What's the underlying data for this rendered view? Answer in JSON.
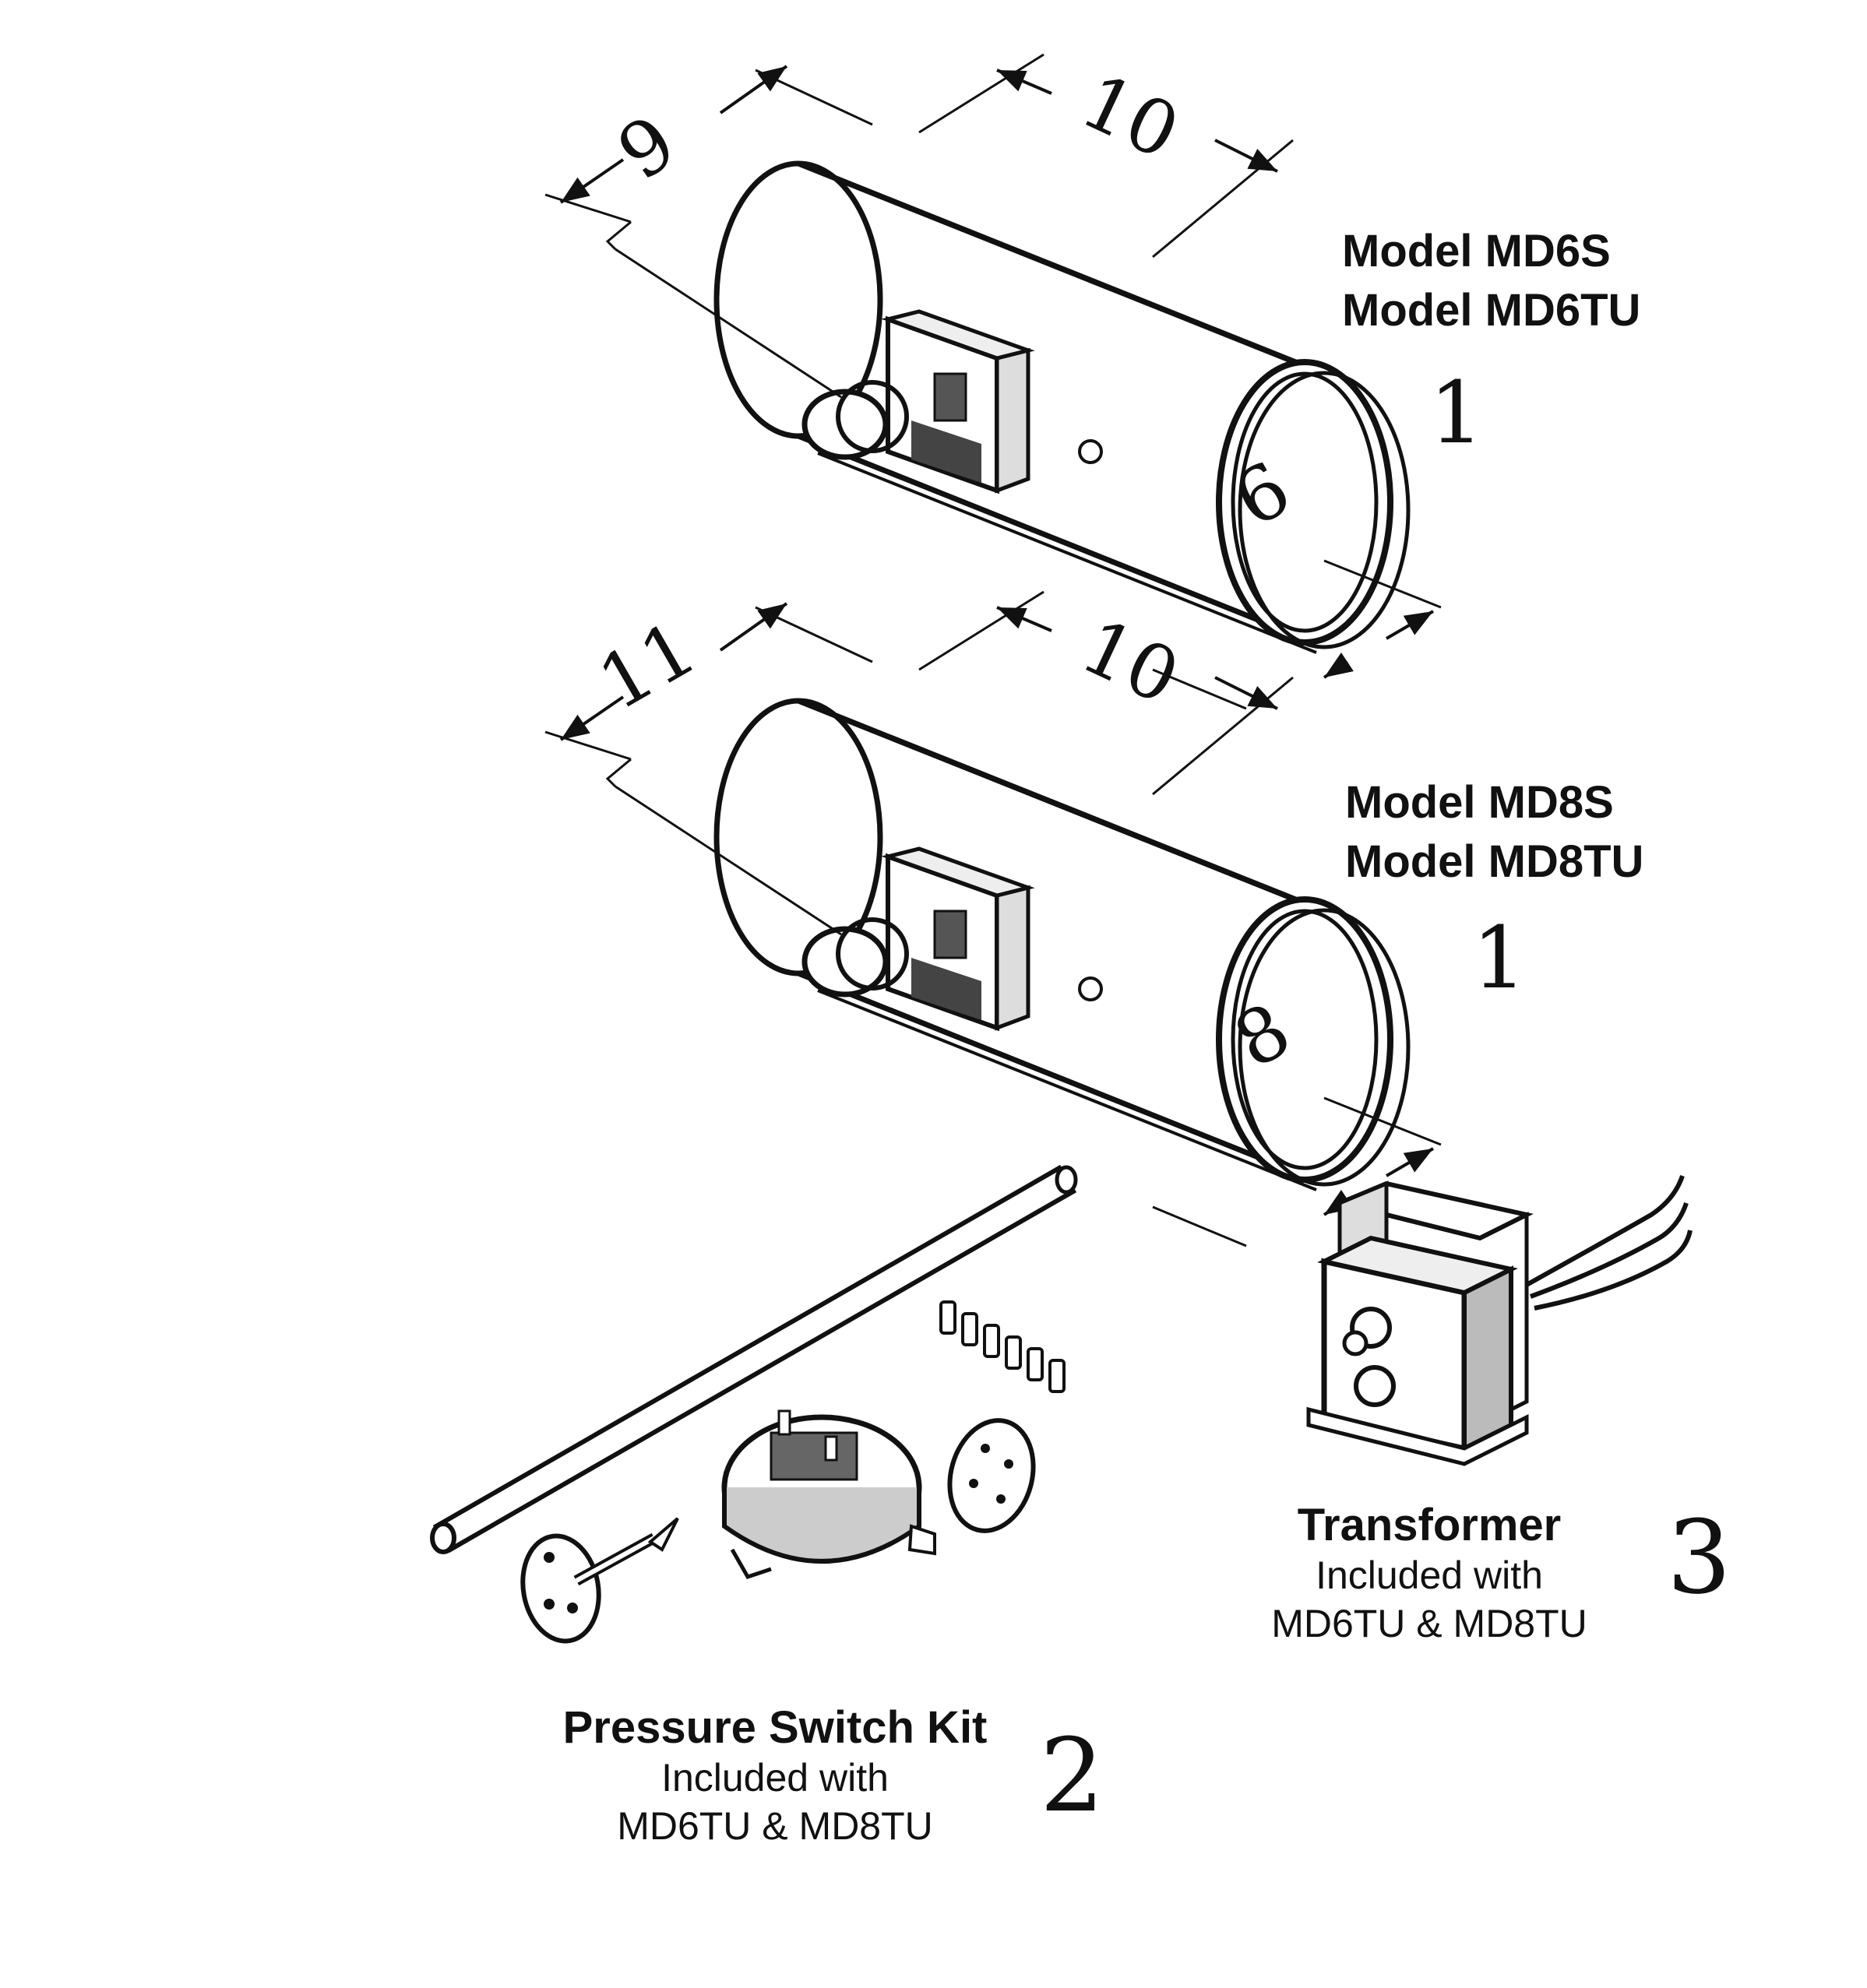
{
  "part1a": {
    "dims": [
      "9",
      "10",
      "6"
    ],
    "models": [
      "Model MD6S",
      "Model MD6TU"
    ],
    "ref": "1"
  },
  "part1b": {
    "dims": [
      "11",
      "10",
      "8"
    ],
    "models": [
      "Model MD8S",
      "Model MD8TU"
    ],
    "ref": "1"
  },
  "kit": {
    "title": "Pressure Switch Kit",
    "line1": "Included with",
    "line2": "MD6TU & MD8TU",
    "ref": "2"
  },
  "transformer": {
    "title": "Transformer",
    "line1": "Included with",
    "line2": "MD6TU & MD8TU",
    "ref": "3"
  }
}
